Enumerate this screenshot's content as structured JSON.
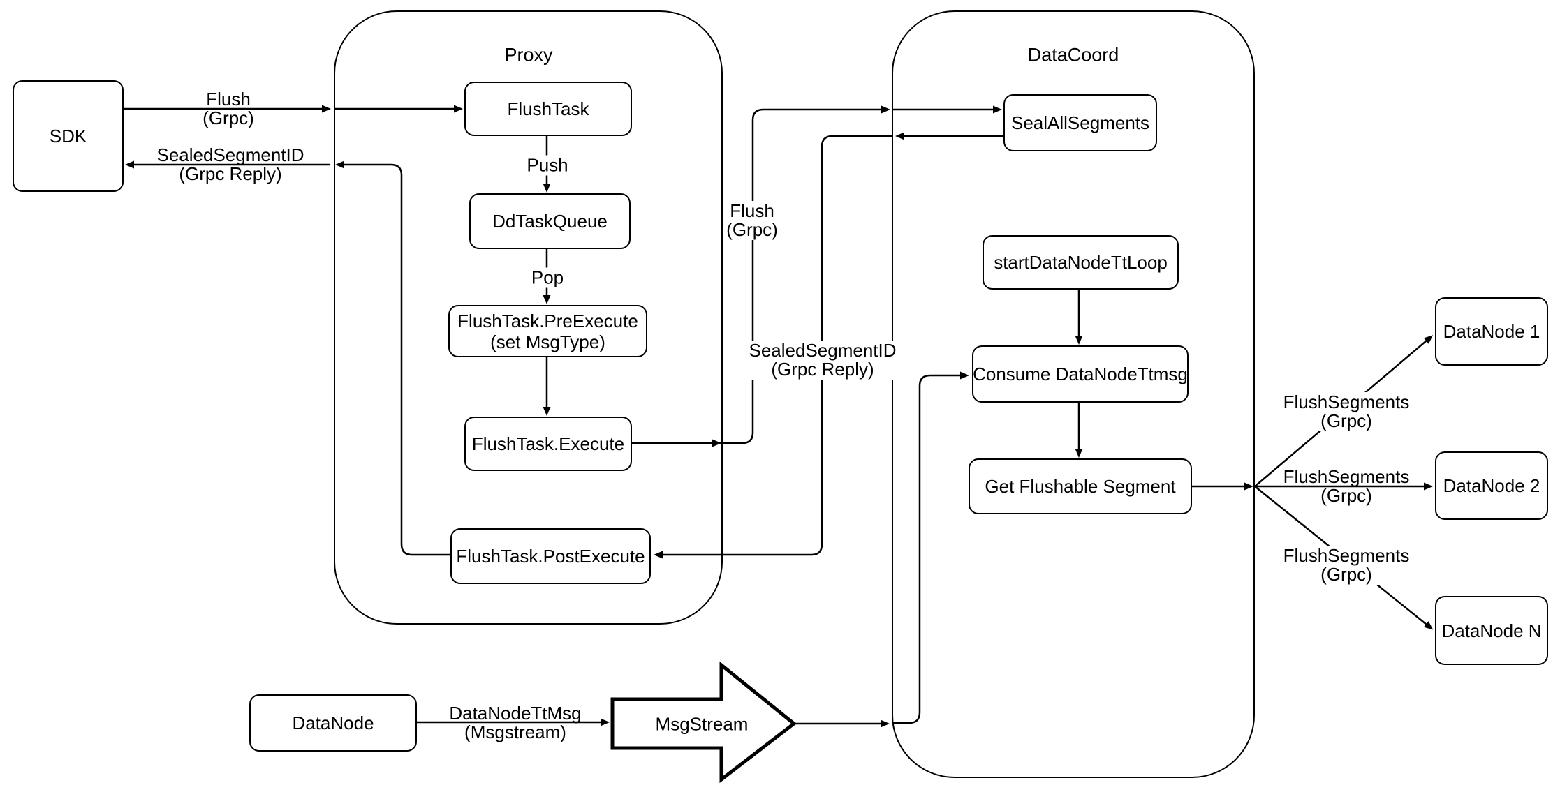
{
  "diagram": {
    "colors": {
      "stroke": "#000000",
      "background": "#ffffff"
    },
    "containers": {
      "proxy": {
        "title": "Proxy"
      },
      "datacoord": {
        "title": "DataCoord"
      }
    },
    "nodes": {
      "sdk": {
        "label": "SDK"
      },
      "flush_task": {
        "label": "FlushTask"
      },
      "dd_task_queue": {
        "label": "DdTaskQueue"
      },
      "pre_execute": {
        "label": "FlushTask.PreExecute",
        "label2": "(set MsgType)"
      },
      "execute": {
        "label": "FlushTask.Execute"
      },
      "post_execute": {
        "label": "FlushTask.PostExecute"
      },
      "seal_all_segments": {
        "label": "SealAllSegments"
      },
      "start_datanode_tt_loop": {
        "label": "startDataNodeTtLoop"
      },
      "consume_datanode_ttmsg": {
        "label": "Consume DataNodeTtmsg"
      },
      "get_flushable_segment": {
        "label": "Get Flushable Segment"
      },
      "datanode_1": {
        "label": "DataNode 1"
      },
      "datanode_2": {
        "label": "DataNode 2"
      },
      "datanode_n": {
        "label": "DataNode N"
      },
      "datanode_source": {
        "label": "DataNode"
      },
      "msgstream": {
        "label": "MsgStream"
      }
    },
    "edge_labels": {
      "flush_sdk": {
        "line1": "Flush",
        "line2": "(Grpc)"
      },
      "sealed_sdk": {
        "line1": "SealedSegmentID",
        "line2": "(Grpc Reply)"
      },
      "push": {
        "line1": "Push"
      },
      "pop": {
        "line1": "Pop"
      },
      "flush_mid": {
        "line1": "Flush",
        "line2": "(Grpc)"
      },
      "sealed_mid": {
        "line1": "SealedSegmentID",
        "line2": "(Grpc Reply)"
      },
      "flushsegments_1": {
        "line1": "FlushSegments",
        "line2": "(Grpc)"
      },
      "flushsegments_2": {
        "line1": "FlushSegments",
        "line2": "(Grpc)"
      },
      "flushsegments_n": {
        "line1": "FlushSegments",
        "line2": "(Grpc)"
      },
      "datanodettmsg": {
        "line1": "DataNodeTtMsg",
        "line2": "(Msgstream)"
      }
    }
  }
}
